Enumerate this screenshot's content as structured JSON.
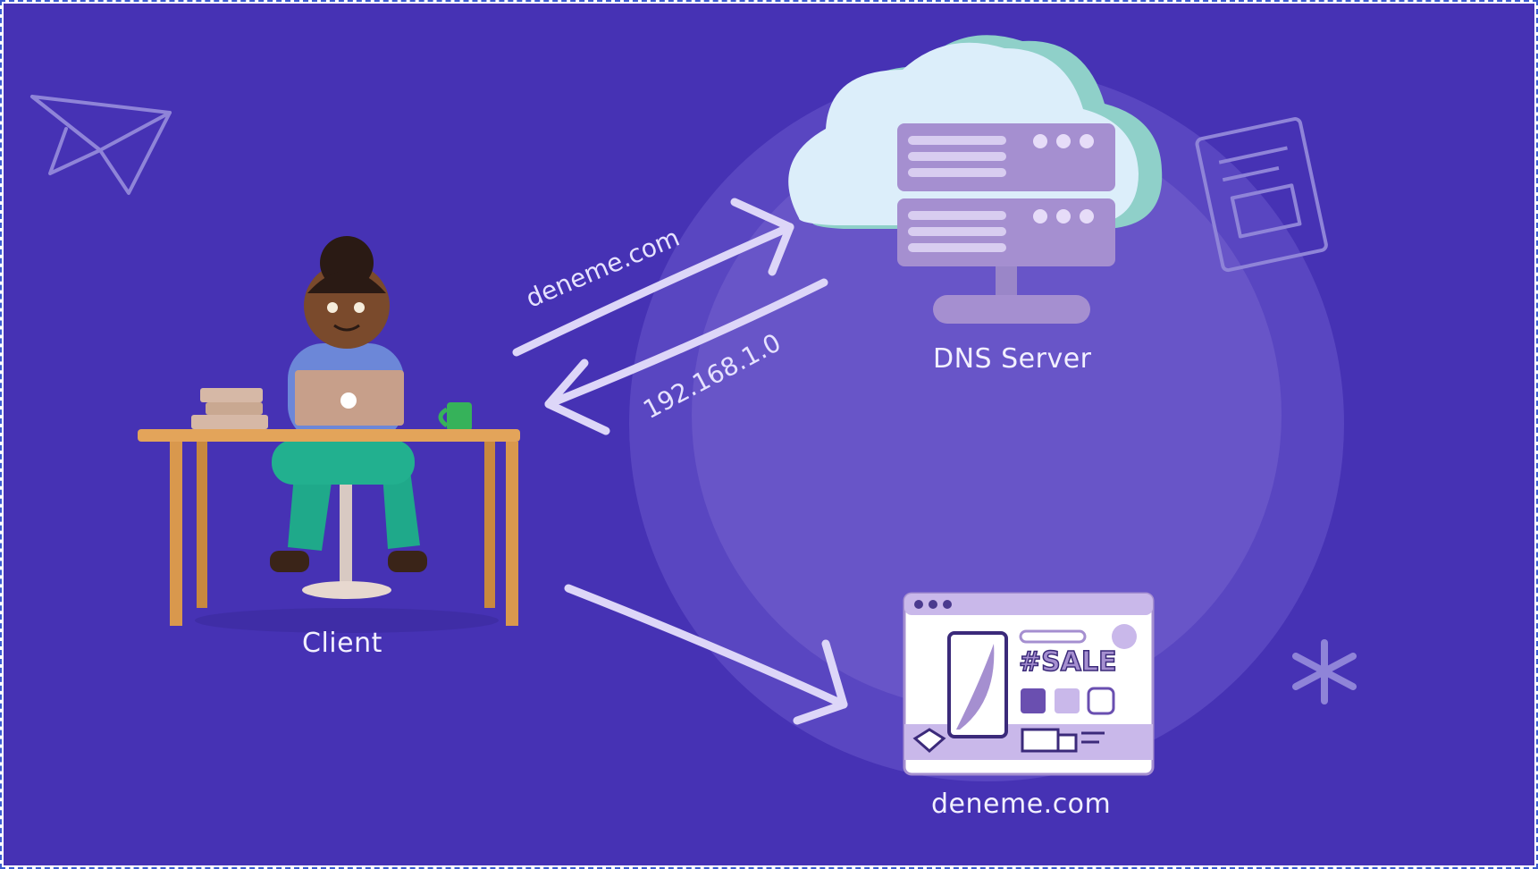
{
  "diagram": {
    "nodes": {
      "client": {
        "label": "Client"
      },
      "dns_server": {
        "label": "DNS Server"
      },
      "website": {
        "label": "deneme.com",
        "banner": "#SALE"
      }
    },
    "edges": {
      "request": {
        "label": "deneme.com"
      },
      "response": {
        "label": "192.168.1.0"
      }
    }
  },
  "colors": {
    "background": "#4632b4",
    "circle": "#6a58c8",
    "cloud": "#dceefa",
    "server": "#a58fd0",
    "arrow": "#ddd6f8",
    "label": "#f2f0ff"
  }
}
